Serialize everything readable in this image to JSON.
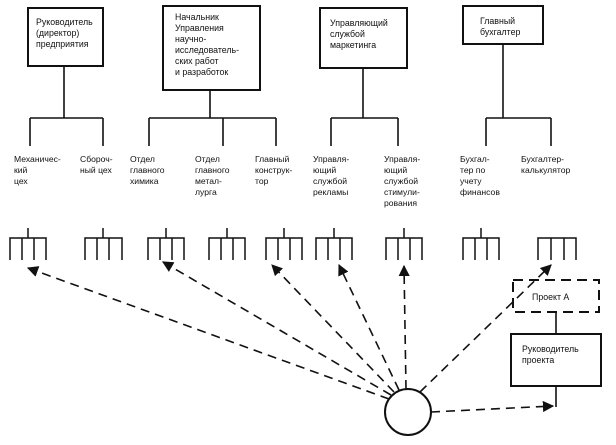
{
  "top_boxes": [
    {
      "id": "director",
      "lines": [
        "Руководитель",
        "(директор)",
        "предприятия"
      ]
    },
    {
      "id": "research",
      "lines": [
        "Начальник",
        "Управления",
        "научно-",
        "исследователь-",
        "ских работ",
        "и разработок"
      ]
    },
    {
      "id": "marketing",
      "lines": [
        "Управляющий",
        "службой",
        "маркетинга"
      ]
    },
    {
      "id": "accountant",
      "lines": [
        "Главный",
        "бухгалтер"
      ]
    }
  ],
  "departments": [
    {
      "id": "mech",
      "lines": [
        "Механичес-",
        "кий",
        "цех"
      ]
    },
    {
      "id": "assembly",
      "lines": [
        "Сбороч-",
        "ный цех"
      ]
    },
    {
      "id": "chemist",
      "lines": [
        "Отдел",
        "главного",
        "химика"
      ]
    },
    {
      "id": "metallurgist",
      "lines": [
        "Отдел",
        "главного",
        "метал-",
        "лурга"
      ]
    },
    {
      "id": "designer",
      "lines": [
        "Главный",
        "конструк-",
        "тор"
      ]
    },
    {
      "id": "advertising",
      "lines": [
        "Управля-",
        "ющий",
        "службой",
        "рекламы"
      ]
    },
    {
      "id": "promotion",
      "lines": [
        "Управля-",
        "ющий",
        "службой",
        "стимули-",
        "рования"
      ]
    },
    {
      "id": "finance_acc",
      "lines": [
        "Бухгал-",
        "тер по",
        "учету",
        "финансов"
      ]
    },
    {
      "id": "calc_acc",
      "lines": [
        "Бухгалтер-",
        "калькулятор"
      ]
    }
  ],
  "project": {
    "box_label": "Проект А",
    "manager_lines": [
      "Руководитель",
      "проекта"
    ]
  }
}
